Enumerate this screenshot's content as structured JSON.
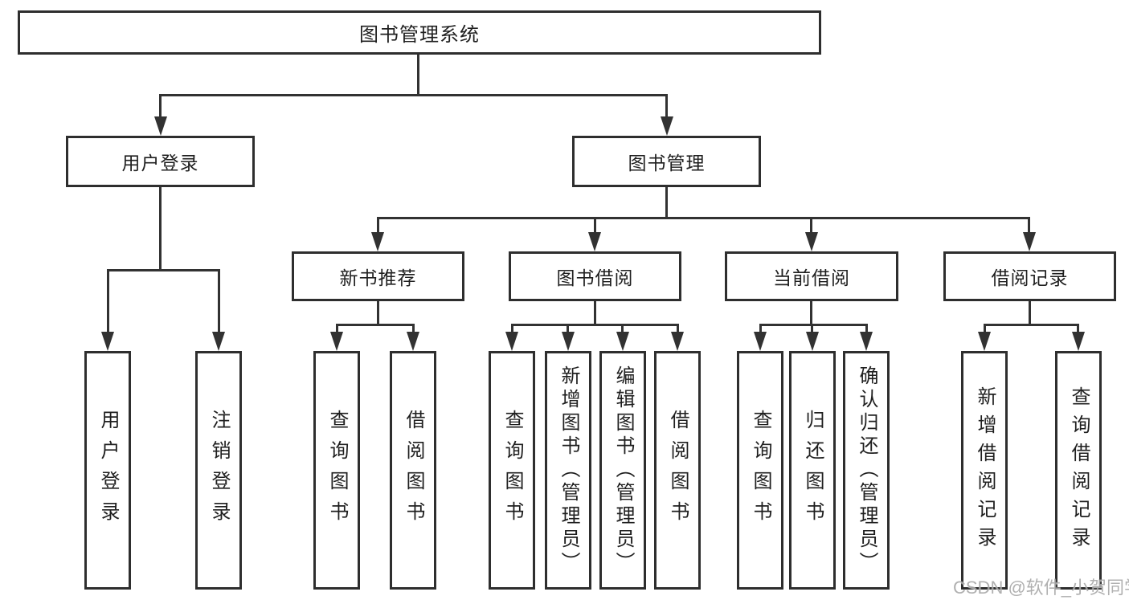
{
  "diagram": {
    "title_note": "functional structure tree",
    "root": {
      "label": "图书管理系统"
    },
    "branches": [
      {
        "label": "用户登录",
        "children": [
          {
            "label": "用户登录"
          },
          {
            "label": "注销登录"
          }
        ]
      },
      {
        "label": "图书管理",
        "children": [
          {
            "label": "新书推荐",
            "children": [
              {
                "label": "查询图书"
              },
              {
                "label": "借阅图书"
              }
            ]
          },
          {
            "label": "图书借阅",
            "children": [
              {
                "label": "查询图书"
              },
              {
                "label": "新增图书（管理员）"
              },
              {
                "label": "编辑图书（管理员）"
              },
              {
                "label": "借阅图书"
              }
            ]
          },
          {
            "label": "当前借阅",
            "children": [
              {
                "label": "查询图书"
              },
              {
                "label": "归还图书"
              },
              {
                "label": "确认归还（管理员）"
              }
            ]
          },
          {
            "label": "借阅记录",
            "children": [
              {
                "label": "新增借阅记录"
              },
              {
                "label": "查询借阅记录"
              }
            ]
          }
        ]
      }
    ]
  },
  "watermark": {
    "text": "CSDN @软件_小贺同学"
  },
  "colors": {
    "background": "#ffffff",
    "line": "#323232",
    "box_border": "#2e2e2e",
    "text": "#1f1f1f",
    "watermark": "#a8a8a8"
  }
}
